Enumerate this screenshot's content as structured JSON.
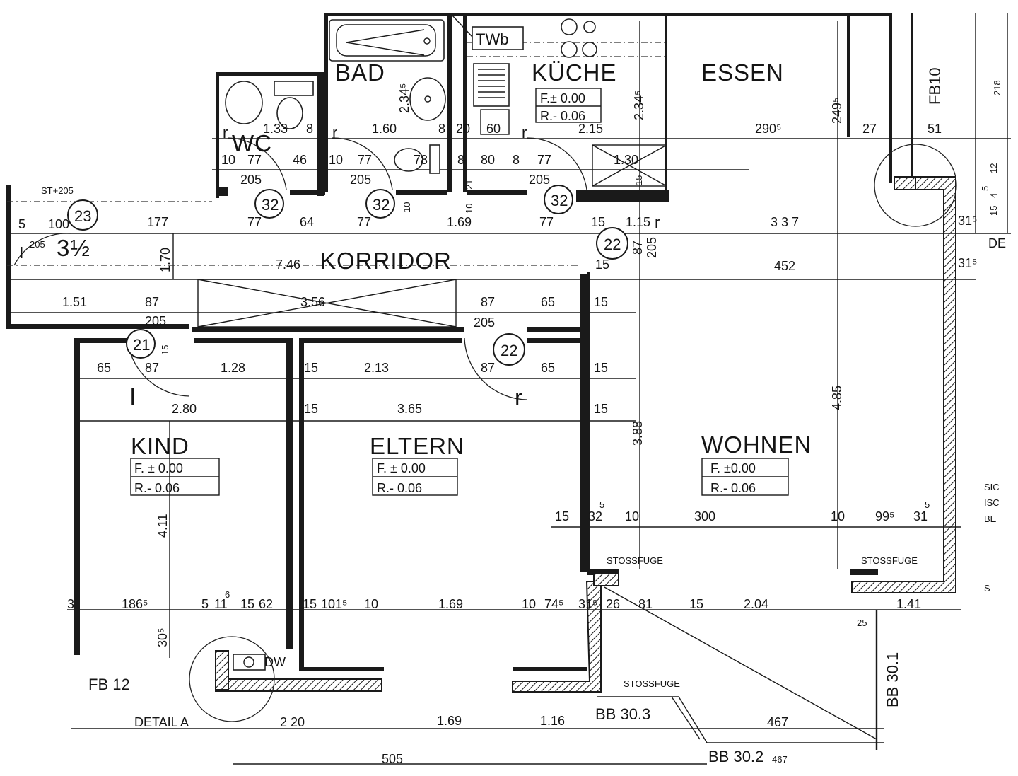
{
  "rooms": {
    "bad": "BAD",
    "kueche": "KÜCHE",
    "essen": "ESSEN",
    "wc": "WC",
    "korridor": "KORRIDOR",
    "kind": "KIND",
    "eltern": "ELTERN",
    "wohnen": "WOHNEN"
  },
  "levels": {
    "kueche_f": "F.± 0.00",
    "kueche_r": "R.- 0.06",
    "kind_f": "F. ± 0.00",
    "kind_r": "R.- 0.06",
    "eltern_f": "F. ± 0.00",
    "eltern_r": "R.- 0.06",
    "wohnen_f": "F. ±0.00",
    "wohnen_r": "R.- 0.06"
  },
  "labels": {
    "twb": "TWb",
    "fb10": "FB10",
    "fb12": "FB 12",
    "detail_a": "DETAIL A",
    "dw": "DW",
    "bb301": "BB 30.1",
    "bb303": "BB 30.3",
    "bb302": "BB 30.2",
    "stossfuge": "STOSSFUGE",
    "stossfuge_lower": "STOSSFUGE",
    "de": "DE",
    "sic": "SIC",
    "isc": "ISC",
    "be": "BE",
    "s": "S",
    "r": "r",
    "l": "l",
    "three_half": "3½"
  },
  "door_tags": {
    "d32_wc": "32",
    "d32_bad": "32",
    "d32_kueche": "32",
    "d23": "23",
    "d22_wohnen": "22",
    "d21": "21",
    "d22_eltern": "22"
  },
  "dims": {
    "bad_234": "2.34⁵",
    "kueche_234": "2.34⁵",
    "essen_249": "249⁵",
    "essen_218": "218",
    "wc_133": "1.33",
    "wc_8": "8",
    "bad_160": "1.60",
    "bad_8": "8",
    "k_20": "20",
    "k_60": "60",
    "k_215": "2.15",
    "e_2905": "290⁵",
    "e_27": "27",
    "e_51": "51",
    "w_10a": "10",
    "w_77a": "77",
    "w_46": "46",
    "b_10": "10",
    "b_77": "77",
    "b_78": "78",
    "b_8a": "8",
    "k_80": "80",
    "k_8b": "8",
    "k_77": "77",
    "k_130": "1.30",
    "r_12": "12",
    "r_5": "5",
    "r_4": "4",
    "r_15": "15",
    "w_205": "205",
    "b_205": "205",
    "k_205": "205",
    "b_21": "21",
    "b_10v": "10",
    "k_10v": "10",
    "k_15v": "15",
    "c_177": "177",
    "c_77a": "77",
    "c_64": "64",
    "c_77b": "77",
    "c_169": "1.69",
    "c_77c": "77",
    "c_15": "15",
    "c_116": "1.15",
    "c_337": "3 3 7",
    "c_315a": "31⁵",
    "c_315b": "31⁵",
    "c_170": "1.70",
    "c_746": "7.46",
    "c_452": "452",
    "c_15b": "15",
    "c_87v": "87",
    "c_205v": "205",
    "e_5": "5",
    "e_100": "100",
    "e_205": "205",
    "e_st": "ST+205",
    "c_151": "1.51",
    "c_87a": "87",
    "c_356": "3.56",
    "c_87b": "87",
    "c_65a": "65",
    "c_15c": "15",
    "c_205a": "205",
    "c_205b": "205",
    "c_15d": "15",
    "k_65": "65",
    "k_87": "87",
    "k_128": "1.28",
    "el_15a": "15",
    "el_213": "2.13",
    "el_87": "87",
    "el_65": "65",
    "wo_15a": "15",
    "k_280": "2.80",
    "el_15b": "15",
    "el_365": "3.65",
    "wo_15b": "15",
    "wo_388": "3.88",
    "wo_485": "4.85",
    "k_411": "4.11",
    "wo_15c": "15",
    "wo_32": "32",
    "wo_5a": "5",
    "wo_10a": "10",
    "wo_300": "300",
    "wo_10b": "10",
    "wo_995": "99⁵",
    "wo_31": "31",
    "wo_5b": "5",
    "b_1865": "186⁵",
    "b_5": "5",
    "b_11": "11",
    "b_6": "6",
    "b_15": "15",
    "b_62": "62",
    "b_15b": "15",
    "b_1015": "101⁵",
    "b_10b": "10",
    "b_169": "1.69",
    "b_10c": "10",
    "b_745": "74⁵",
    "b_315": "31⁵",
    "b_26": "26",
    "b_81": "81",
    "b_15c": "15",
    "b_204": "2.04",
    "b_141": "1.41",
    "b_25": "25",
    "b_305": "30⁵",
    "b_3": "3",
    "f_220": "2 20",
    "f_169": "1.69",
    "f_116": "1.16",
    "f_467": "467",
    "f_505": "505",
    "f_467b": "467"
  }
}
